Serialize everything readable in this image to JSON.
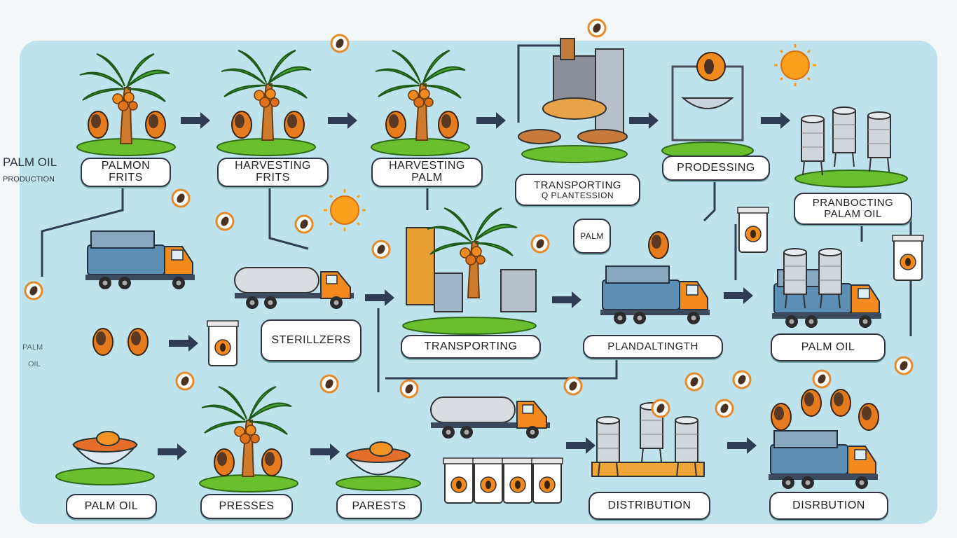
{
  "side_titles": {
    "top": [
      "PALM OIL",
      "PRODUCTION"
    ],
    "left": [
      "PALM",
      "OIL"
    ]
  },
  "labels": {
    "r1": [
      [
        "PALMON",
        "FRITS"
      ],
      [
        "HARVESTING",
        "FRITS"
      ],
      [
        "HARVESTING",
        "PALM"
      ],
      [
        "TRANSPORTING",
        "Q PLANTESSION"
      ],
      [
        "PRODESSING"
      ],
      [
        "PRANBOCTING",
        "PALAM OIL"
      ]
    ],
    "r2": [
      [
        "PALM"
      ],
      [
        "STERILLZERS"
      ],
      [
        "TRANSPORTING"
      ],
      [
        "PLANDALTINGTH"
      ],
      [
        "PALM OIL"
      ]
    ],
    "r3": [
      [
        "PALM OIL"
      ],
      [
        "PRESSES"
      ],
      [
        "PARESTS"
      ],
      [
        "DISTRIBUTION"
      ],
      [
        "DISRBUTION"
      ]
    ]
  },
  "colors": {
    "background": "#bfe3ec",
    "leaf": "#3f9e2f",
    "fruit": "#f08a1e",
    "truck_cab": "#f28a1e",
    "flow_line": "#2f3c55",
    "grass": "#6abf2e"
  }
}
